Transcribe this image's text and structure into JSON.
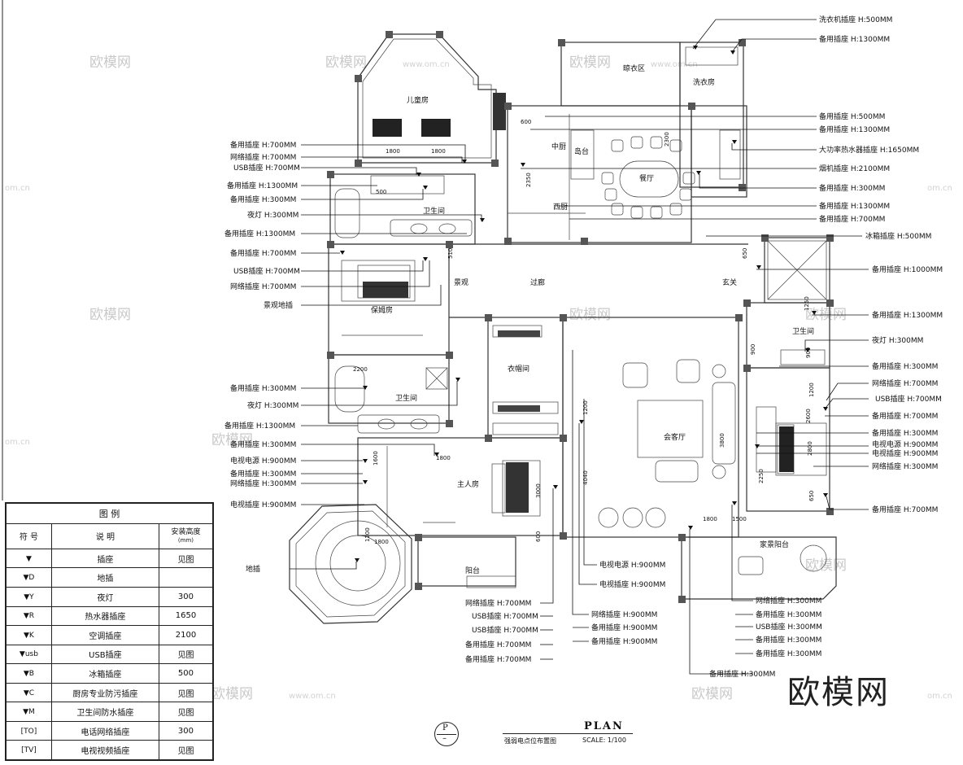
{
  "rooms": {
    "kids": "儿童房",
    "laundry_area": "晾衣区",
    "laundry_room": "洗衣房",
    "middle_kitchen": "中厨",
    "island": "岛台",
    "dining": "餐厅",
    "west_kitchen": "西厨",
    "bath_top": "卫生间",
    "nanny": "保姆房",
    "landscape": "景观",
    "corridor": "过廊",
    "foyer": "玄关",
    "closet": "衣帽间",
    "bath_mid": "卫生间",
    "bath_right": "卫生间",
    "living": "会客厅",
    "master": "主人房",
    "balcony": "阳台",
    "family_balcony": "家景阳台"
  },
  "callouts_left": [
    "备用插座 H:700MM",
    "网络插座 H:700MM",
    "USB插座 H:700MM",
    "备用插座 H:1300MM",
    "备用插座 H:300MM",
    "夜灯 H:300MM",
    "备用插座 H:1300MM",
    "备用插座 H:700MM",
    "USB插座 H:700MM",
    "网络插座 H:700MM",
    "景观地插",
    "备用插座 H:300MM",
    "夜灯 H:300MM",
    "备用插座 H:1300MM",
    "备用插座 H:300MM",
    "电视电源 H:900MM",
    "备用插座 H:300MM",
    "网络插座 H:300MM",
    "电视插座 H:900MM",
    "地插"
  ],
  "callouts_right": [
    "洗衣机插座 H:500MM",
    "备用插座 H:1300MM",
    "备用插座 H:500MM",
    "备用插座 H:1300MM",
    "大功率热水器插座 H:1650MM",
    "烟机插座 H:2100MM",
    "备用插座 H:300MM",
    "备用插座 H:1300MM",
    "备用插座 H:700MM",
    "冰箱插座 H:500MM",
    "备用插座 H:1000MM",
    "备用插座 H:1300MM",
    "夜灯 H:300MM",
    "备用插座 H:300MM",
    "网络插座 H:700MM",
    "USB插座 H:700MM",
    "备用插座 H:700MM",
    "备用插座 H:300MM",
    "电视电源 H:900MM",
    "电视插座 H:900MM",
    "网络插座 H:300MM",
    "备用插座 H:700MM"
  ],
  "callouts_bottom_a": [
    "网络插座 H:700MM",
    "USB插座 H:700MM",
    "USB插座 H:700MM",
    "备用插座 H:700MM",
    "备用插座 H:700MM"
  ],
  "callouts_bottom_b": [
    "电视电源 H:900MM",
    "电视插座 H:900MM",
    "网络插座 H:900MM",
    "备用插座 H:900MM",
    "备用插座 H:900MM"
  ],
  "callouts_bottom_c": [
    "网络插座 H:300MM",
    "备用插座 H:300MM",
    "USB插座 H:300MM",
    "备用插座 H:300MM",
    "备用插座 H:300MM"
  ],
  "callout_bottom_d": "备用插座 H:300MM",
  "dimensions": [
    "1800",
    "1800",
    "600",
    "2300",
    "2350",
    "1800",
    "1200",
    "3800",
    "2800",
    "2250",
    "1600",
    "900",
    "4040",
    "3000",
    "1500",
    "1800",
    "1200",
    "1200",
    "1800",
    "510",
    "650",
    "1250",
    "2200",
    "500",
    "900",
    "650",
    "2600",
    "600"
  ],
  "legend": {
    "title": "图  例",
    "headers": {
      "symbol": "符 号",
      "desc": "说 明",
      "height": "安装高度",
      "unit": "(mm)"
    },
    "rows": [
      {
        "sym": "▼",
        "desc": "插座",
        "h": "见图"
      },
      {
        "sym": "▼D",
        "desc": "地插",
        "h": ""
      },
      {
        "sym": "▼Y",
        "desc": "夜灯",
        "h": "300"
      },
      {
        "sym": "▼R",
        "desc": "热水器插座",
        "h": "1650"
      },
      {
        "sym": "▼K",
        "desc": "空调插座",
        "h": "2100"
      },
      {
        "sym": "▼usb",
        "desc": "USB插座",
        "h": "见图"
      },
      {
        "sym": "▼B",
        "desc": "冰箱插座",
        "h": "500"
      },
      {
        "sym": "▼C",
        "desc": "厨房专业防污插座",
        "h": "见图"
      },
      {
        "sym": "▼M",
        "desc": "卫生间防水插座",
        "h": "见图"
      },
      {
        "sym": "[TO]",
        "desc": "电话网络插座",
        "h": "300"
      },
      {
        "sym": "[TV]",
        "desc": "电视视频插座",
        "h": "见图"
      }
    ]
  },
  "title_block": {
    "marker": "P",
    "title": "PLAN",
    "subtitle": "强弱电点位布置图",
    "scale": "SCALE: 1/100"
  },
  "watermarks": {
    "brand": "欧模网",
    "url": "www.om.cn",
    "url_short": "om.cn"
  }
}
